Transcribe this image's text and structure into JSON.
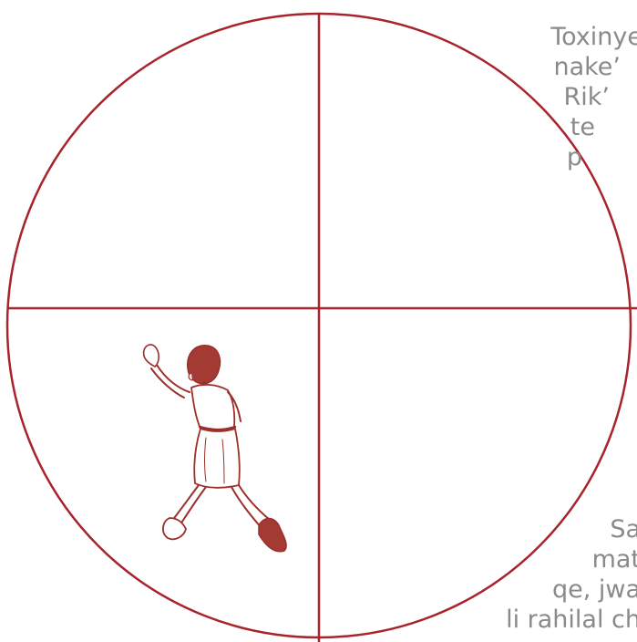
{
  "colors": {
    "stroke": "#a8232b",
    "figure": "#a33a33",
    "text": "#8a8a8a",
    "background": "#ffffff"
  },
  "illustration": {
    "icon": "running-child-icon"
  },
  "top_text": {
    "lines": [
      "Toxinye",
      "nake’",
      "Rik’",
      "te",
      "p"
    ]
  },
  "bottom_text": {
    "lines": [
      "Sa",
      "mat",
      "qe, jwa",
      "li rahilal ch"
    ]
  }
}
